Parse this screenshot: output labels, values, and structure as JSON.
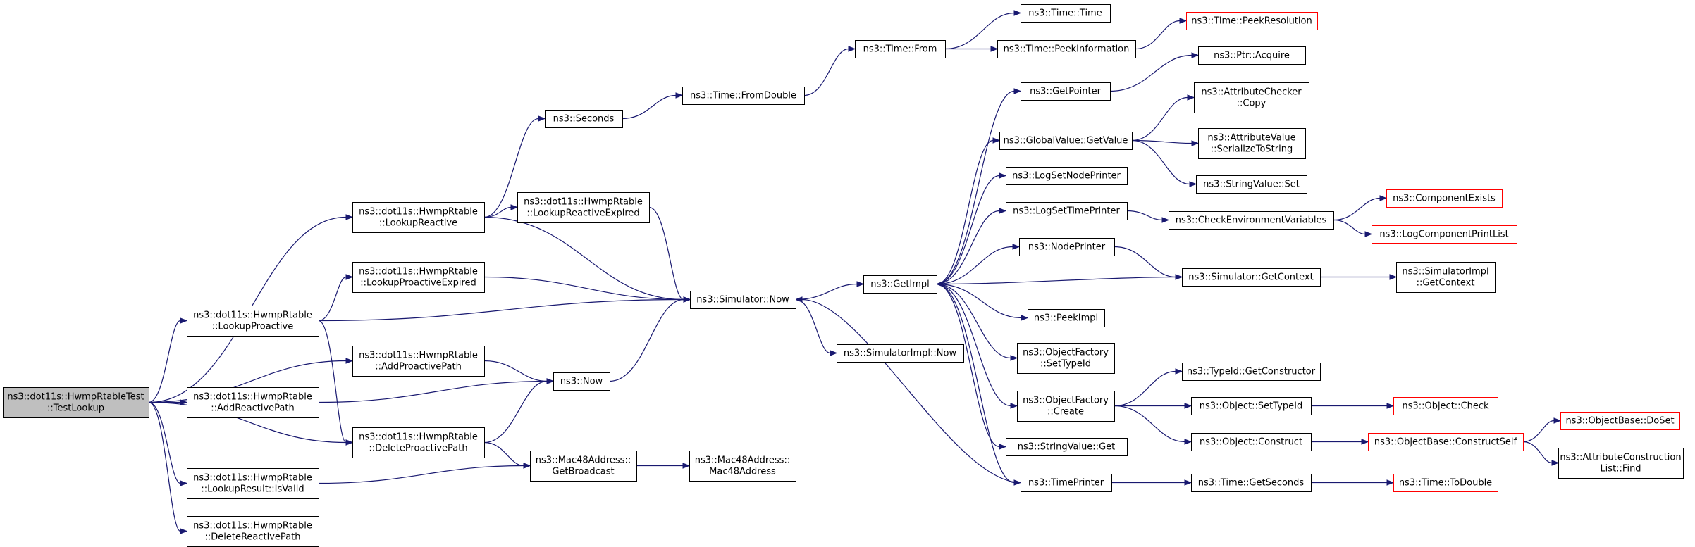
{
  "colors": {
    "edge": "#191970",
    "box_border": "#000000",
    "truncated_border": "#ff0000",
    "root_fill": "#bfbfbf",
    "box_fill": "#ffffff"
  },
  "nodes": [
    {
      "id": "root",
      "lines": [
        "ns3::dot11s::HwmpRtableTest",
        "::TestLookup"
      ],
      "style": "root"
    },
    {
      "id": "lookupReactive",
      "lines": [
        "ns3::dot11s::HwmpRtable",
        "::LookupReactive"
      ]
    },
    {
      "id": "lookupProactive",
      "lines": [
        "ns3::dot11s::HwmpRtable",
        "::LookupProactive"
      ]
    },
    {
      "id": "addReactivePath",
      "lines": [
        "ns3::dot11s::HwmpRtable",
        "::AddReactivePath"
      ]
    },
    {
      "id": "lookupResultIsValid",
      "lines": [
        "ns3::dot11s::HwmpRtable",
        "::LookupResult::IsValid"
      ]
    },
    {
      "id": "deleteReactivePath",
      "lines": [
        "ns3::dot11s::HwmpRtable",
        "::DeleteReactivePath"
      ]
    },
    {
      "id": "lookupProactiveExpired",
      "lines": [
        "ns3::dot11s::HwmpRtable",
        "::LookupProactiveExpired"
      ]
    },
    {
      "id": "addProactivePath",
      "lines": [
        "ns3::dot11s::HwmpRtable",
        "::AddProactivePath"
      ]
    },
    {
      "id": "deleteProactivePath",
      "lines": [
        "ns3::dot11s::HwmpRtable",
        "::DeleteProactivePath"
      ]
    },
    {
      "id": "seconds",
      "lines": [
        "ns3::Seconds"
      ]
    },
    {
      "id": "lookupReactiveExpired",
      "lines": [
        "ns3::dot11s::HwmpRtable",
        "::LookupReactiveExpired"
      ]
    },
    {
      "id": "now",
      "lines": [
        "ns3::Now"
      ]
    },
    {
      "id": "getBroadcast",
      "lines": [
        "ns3::Mac48Address::",
        "GetBroadcast"
      ]
    },
    {
      "id": "fromDouble",
      "lines": [
        "ns3::Time::FromDouble"
      ]
    },
    {
      "id": "simNow",
      "lines": [
        "ns3::Simulator::Now"
      ]
    },
    {
      "id": "mac48Address",
      "lines": [
        "ns3::Mac48Address::",
        "Mac48Address"
      ]
    },
    {
      "id": "timeFrom",
      "lines": [
        "ns3::Time::From"
      ]
    },
    {
      "id": "getImpl",
      "lines": [
        "ns3::GetImpl"
      ]
    },
    {
      "id": "simImplNow",
      "lines": [
        "ns3::SimulatorImpl::Now"
      ]
    },
    {
      "id": "timeTime",
      "lines": [
        "ns3::Time::Time"
      ]
    },
    {
      "id": "peekInformation",
      "lines": [
        "ns3::Time::PeekInformation"
      ]
    },
    {
      "id": "getPointer",
      "lines": [
        "ns3::GetPointer"
      ]
    },
    {
      "id": "globalValueGetValue",
      "lines": [
        "ns3::GlobalValue::GetValue"
      ]
    },
    {
      "id": "logSetNodePrinter",
      "lines": [
        "ns3::LogSetNodePrinter"
      ]
    },
    {
      "id": "logSetTimePrinter",
      "lines": [
        "ns3::LogSetTimePrinter"
      ]
    },
    {
      "id": "nodePrinter",
      "lines": [
        "ns3::NodePrinter"
      ]
    },
    {
      "id": "peekImpl",
      "lines": [
        "ns3::PeekImpl"
      ]
    },
    {
      "id": "objectFactorySetTypeId",
      "lines": [
        "ns3::ObjectFactory",
        "::SetTypeId"
      ]
    },
    {
      "id": "objectFactoryCreate",
      "lines": [
        "ns3::ObjectFactory",
        "::Create"
      ]
    },
    {
      "id": "stringValueGet",
      "lines": [
        "ns3::StringValue::Get"
      ]
    },
    {
      "id": "timePrinter",
      "lines": [
        "ns3::TimePrinter"
      ]
    },
    {
      "id": "peekResolution",
      "lines": [
        "ns3::Time::PeekResolution"
      ],
      "style": "trunc"
    },
    {
      "id": "ptrAcquire",
      "lines": [
        "ns3::Ptr::Acquire"
      ]
    },
    {
      "id": "attrCheckerCopy",
      "lines": [
        "ns3::AttributeChecker",
        "::Copy"
      ]
    },
    {
      "id": "attrValueSerialize",
      "lines": [
        "ns3::AttributeValue",
        "::SerializeToString"
      ]
    },
    {
      "id": "stringValueSet",
      "lines": [
        "ns3::StringValue::Set"
      ]
    },
    {
      "id": "checkEnvVars",
      "lines": [
        "ns3::CheckEnvironmentVariables"
      ]
    },
    {
      "id": "simGetContext",
      "lines": [
        "ns3::Simulator::GetContext"
      ]
    },
    {
      "id": "typeIdGetConstructor",
      "lines": [
        "ns3::TypeId::GetConstructor"
      ]
    },
    {
      "id": "objectSetTypeId",
      "lines": [
        "ns3::Object::SetTypeId"
      ]
    },
    {
      "id": "objectConstruct",
      "lines": [
        "ns3::Object::Construct"
      ]
    },
    {
      "id": "timeGetSeconds",
      "lines": [
        "ns3::Time::GetSeconds"
      ]
    },
    {
      "id": "componentExists",
      "lines": [
        "ns3::ComponentExists"
      ],
      "style": "trunc"
    },
    {
      "id": "logComponentPrintList",
      "lines": [
        "ns3::LogComponentPrintList"
      ],
      "style": "trunc"
    },
    {
      "id": "simImplGetContext",
      "lines": [
        "ns3::SimulatorImpl",
        "::GetContext"
      ]
    },
    {
      "id": "objectCheck",
      "lines": [
        "ns3::Object::Check"
      ],
      "style": "trunc"
    },
    {
      "id": "constructSelf",
      "lines": [
        "ns3::ObjectBase::ConstructSelf"
      ],
      "style": "trunc"
    },
    {
      "id": "timeToDouble",
      "lines": [
        "ns3::Time::ToDouble"
      ],
      "style": "trunc"
    },
    {
      "id": "doSet",
      "lines": [
        "ns3::ObjectBase::DoSet"
      ],
      "style": "trunc"
    },
    {
      "id": "attrConstructionFind",
      "lines": [
        "ns3::AttributeConstruction",
        "List::Find"
      ]
    }
  ],
  "edges": [
    [
      "root",
      "lookupReactive"
    ],
    [
      "root",
      "lookupProactive"
    ],
    [
      "root",
      "addProactivePath"
    ],
    [
      "root",
      "addReactivePath"
    ],
    [
      "root",
      "deleteProactivePath"
    ],
    [
      "root",
      "lookupResultIsValid"
    ],
    [
      "root",
      "deleteReactivePath"
    ],
    [
      "lookupReactive",
      "seconds"
    ],
    [
      "lookupReactive",
      "lookupReactiveExpired"
    ],
    [
      "lookupReactive",
      "simNow"
    ],
    [
      "lookupProactive",
      "lookupProactiveExpired"
    ],
    [
      "lookupProactive",
      "simNow"
    ],
    [
      "lookupProactive",
      "deleteProactivePath"
    ],
    [
      "addProactivePath",
      "now"
    ],
    [
      "addReactivePath",
      "now"
    ],
    [
      "deleteProactivePath",
      "now"
    ],
    [
      "deleteProactivePath",
      "getBroadcast"
    ],
    [
      "lookupResultIsValid",
      "getBroadcast"
    ],
    [
      "lookupProactiveExpired",
      "simNow"
    ],
    [
      "lookupReactiveExpired",
      "simNow"
    ],
    [
      "seconds",
      "fromDouble"
    ],
    [
      "now",
      "simNow"
    ],
    [
      "getBroadcast",
      "mac48Address"
    ],
    [
      "fromDouble",
      "timeFrom"
    ],
    [
      "simNow",
      "getImpl"
    ],
    [
      "simNow",
      "simImplNow"
    ],
    [
      "timeFrom",
      "timeTime"
    ],
    [
      "timeFrom",
      "peekInformation"
    ],
    [
      "peekInformation",
      "peekResolution"
    ],
    [
      "getImpl",
      "getPointer"
    ],
    [
      "getImpl",
      "globalValueGetValue"
    ],
    [
      "getImpl",
      "logSetNodePrinter"
    ],
    [
      "getImpl",
      "logSetTimePrinter"
    ],
    [
      "getImpl",
      "nodePrinter"
    ],
    [
      "getImpl",
      "peekImpl"
    ],
    [
      "getImpl",
      "objectFactorySetTypeId"
    ],
    [
      "getImpl",
      "objectFactoryCreate"
    ],
    [
      "getImpl",
      "stringValueGet"
    ],
    [
      "getImpl",
      "timePrinter"
    ],
    [
      "getPointer",
      "ptrAcquire"
    ],
    [
      "globalValueGetValue",
      "attrCheckerCopy"
    ],
    [
      "globalValueGetValue",
      "attrValueSerialize"
    ],
    [
      "globalValueGetValue",
      "stringValueSet"
    ],
    [
      "logSetTimePrinter",
      "checkEnvVars"
    ],
    [
      "checkEnvVars",
      "componentExists"
    ],
    [
      "checkEnvVars",
      "logComponentPrintList"
    ],
    [
      "nodePrinter",
      "simGetContext"
    ],
    [
      "simGetContext",
      "getImpl"
    ],
    [
      "simGetContext",
      "simImplGetContext"
    ],
    [
      "objectFactoryCreate",
      "typeIdGetConstructor"
    ],
    [
      "objectFactoryCreate",
      "objectSetTypeId"
    ],
    [
      "objectFactoryCreate",
      "objectConstruct"
    ],
    [
      "objectSetTypeId",
      "objectCheck"
    ],
    [
      "objectConstruct",
      "constructSelf"
    ],
    [
      "constructSelf",
      "doSet"
    ],
    [
      "constructSelf",
      "attrConstructionFind"
    ],
    [
      "timePrinter",
      "timeGetSeconds"
    ],
    [
      "timePrinter",
      "simNow"
    ],
    [
      "timeGetSeconds",
      "timeToDouble"
    ]
  ]
}
